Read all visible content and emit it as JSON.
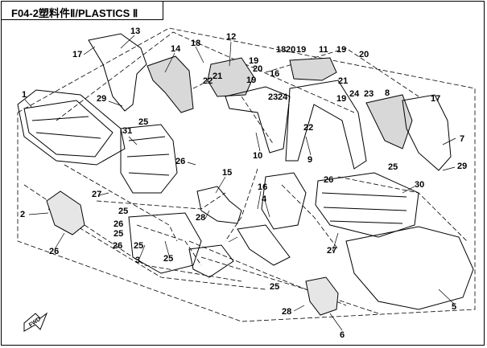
{
  "title": "F04-2塑料件Ⅱ/PLASTICS Ⅱ",
  "fwd_label": "FWD",
  "callouts": [
    {
      "id": "c13",
      "text": "13"
    },
    {
      "id": "c17a",
      "text": "17"
    },
    {
      "id": "c14",
      "text": "14"
    },
    {
      "id": "c18a",
      "text": "18"
    },
    {
      "id": "c12",
      "text": "12"
    },
    {
      "id": "c19a",
      "text": "19"
    },
    {
      "id": "c20a",
      "text": "20"
    },
    {
      "id": "c21a",
      "text": "21"
    },
    {
      "id": "c22a",
      "text": "22"
    },
    {
      "id": "c19b",
      "text": "19"
    },
    {
      "id": "c16a",
      "text": "16"
    },
    {
      "id": "c18b",
      "text": "18"
    },
    {
      "id": "c20b",
      "text": "20"
    },
    {
      "id": "c19c",
      "text": "19"
    },
    {
      "id": "c11",
      "text": "11"
    },
    {
      "id": "c19d",
      "text": "19"
    },
    {
      "id": "c20c",
      "text": "20"
    },
    {
      "id": "c21b",
      "text": "21"
    },
    {
      "id": "c23a",
      "text": "23"
    },
    {
      "id": "c24a",
      "text": "24"
    },
    {
      "id": "c24b",
      "text": "24"
    },
    {
      "id": "c23b",
      "text": "23"
    },
    {
      "id": "c8",
      "text": "8"
    },
    {
      "id": "c17b",
      "text": "17"
    },
    {
      "id": "c1",
      "text": "1"
    },
    {
      "id": "c29a",
      "text": "29"
    },
    {
      "id": "c19e",
      "text": "19"
    },
    {
      "id": "c22b",
      "text": "22"
    },
    {
      "id": "c7",
      "text": "7"
    },
    {
      "id": "c25a",
      "text": "25"
    },
    {
      "id": "c31",
      "text": "31"
    },
    {
      "id": "c10",
      "text": "10"
    },
    {
      "id": "c9",
      "text": "9"
    },
    {
      "id": "c29b",
      "text": "29"
    },
    {
      "id": "c26a",
      "text": "26"
    },
    {
      "id": "c25b",
      "text": "25"
    },
    {
      "id": "c15",
      "text": "15"
    },
    {
      "id": "c26b",
      "text": "26"
    },
    {
      "id": "c30",
      "text": "30"
    },
    {
      "id": "c27a",
      "text": "27"
    },
    {
      "id": "c16b",
      "text": "16"
    },
    {
      "id": "c4",
      "text": "4"
    },
    {
      "id": "c2",
      "text": "2"
    },
    {
      "id": "c25c",
      "text": "25"
    },
    {
      "id": "c28a",
      "text": "28"
    },
    {
      "id": "c26c",
      "text": "26"
    },
    {
      "id": "c25d",
      "text": "25"
    },
    {
      "id": "c26d",
      "text": "26"
    },
    {
      "id": "c26e",
      "text": "26"
    },
    {
      "id": "c25e",
      "text": "25"
    },
    {
      "id": "c3",
      "text": "3"
    },
    {
      "id": "c25f",
      "text": "25"
    },
    {
      "id": "c27b",
      "text": "27"
    },
    {
      "id": "c25g",
      "text": "25"
    },
    {
      "id": "c5",
      "text": "5"
    },
    {
      "id": "c28b",
      "text": "28"
    },
    {
      "id": "c6",
      "text": "6"
    }
  ]
}
